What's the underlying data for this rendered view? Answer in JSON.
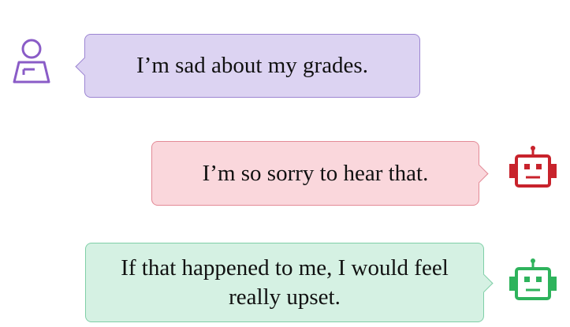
{
  "conversation": {
    "user_message": "I’m sad about my grades.",
    "bot1_message": "I’m so sorry to hear that.",
    "bot2_message": "If that happened to me, I would feel really upset."
  },
  "icons": {
    "user": "user-icon",
    "bot1": "robot-icon",
    "bot2": "robot-icon"
  },
  "colors": {
    "user_accent": "#8a5cc7",
    "user_bubble": "#dcd3f2",
    "bot1_accent": "#c8232c",
    "bot1_bubble": "#fad7dc",
    "bot2_accent": "#2eb35c",
    "bot2_bubble": "#d5f1e3"
  }
}
